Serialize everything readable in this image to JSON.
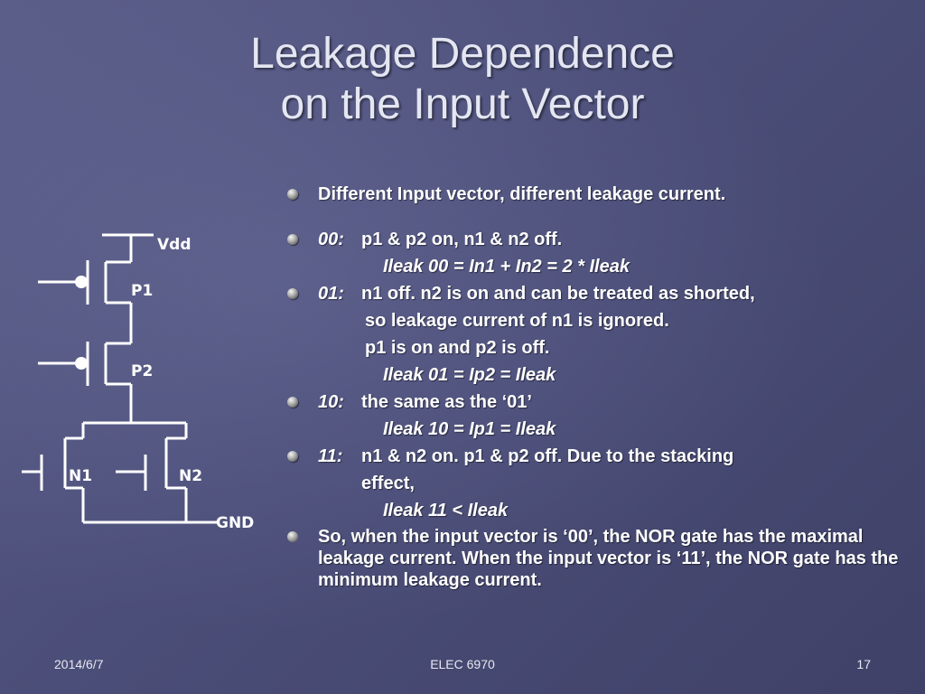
{
  "title": {
    "line1": "Leakage Dependence",
    "line2": "on the Input Vector"
  },
  "circuit": {
    "vdd": "Vdd",
    "p1": "P1",
    "p2": "P2",
    "n1": "N1",
    "n2": "N2",
    "gnd": "GND"
  },
  "bullets": {
    "b1": "Different Input vector, different leakage current.",
    "b2_label": "00:",
    "b2_text": "p1 & p2 on, n1 & n2 off.",
    "b2_eq": "Ileak 00 = In1 + In2 = 2 * Ileak",
    "b3_label": "01:",
    "b3_text": "n1 off. n2 is on and can be treated as shorted,",
    "b3_cont1": "so  leakage current of n1 is ignored.",
    "b3_cont2": "p1 is on and p2 is off.",
    "b3_eq": "Ileak 01 = Ip2 = Ileak",
    "b4_label": "10:",
    "b4_text": "the same as the ‘01’",
    "b4_eq": "Ileak 10 = Ip1 = Ileak",
    "b5_label": "11:",
    "b5_text": "n1 & n2 on.  p1 & p2 off. Due to the stacking",
    "b5_cont": "effect,",
    "b5_eq": "Ileak 11  < Ileak",
    "b6": "So, when the input vector is ‘00’, the NOR gate has the maximal leakage current. When the input vector is ‘11’, the NOR gate has the minimum leakage current."
  },
  "footer": {
    "date": "2014/6/7",
    "course": "ELEC 6970",
    "page": "17"
  }
}
